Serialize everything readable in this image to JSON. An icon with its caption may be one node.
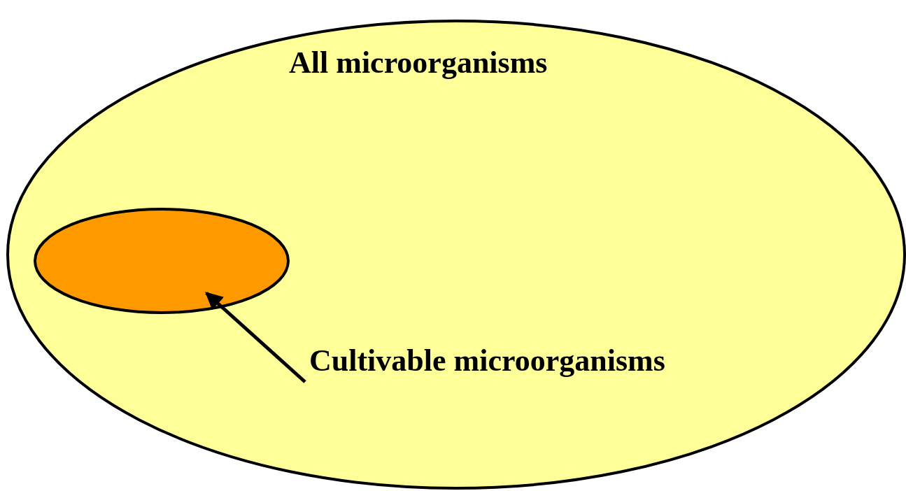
{
  "diagram": {
    "nodes": [
      {
        "text": [
          "All microorganisms"
        ]
      },
      {
        "text": [],
        "shape": "ellipse",
        "in": 0
      },
      {
        "text": [
          "Cultivable microorganisms"
        ],
        "in": 0
      }
    ],
    "edges": [
      {
        "from": 2,
        "to": 1,
        "arrow": "to"
      }
    ]
  }
}
